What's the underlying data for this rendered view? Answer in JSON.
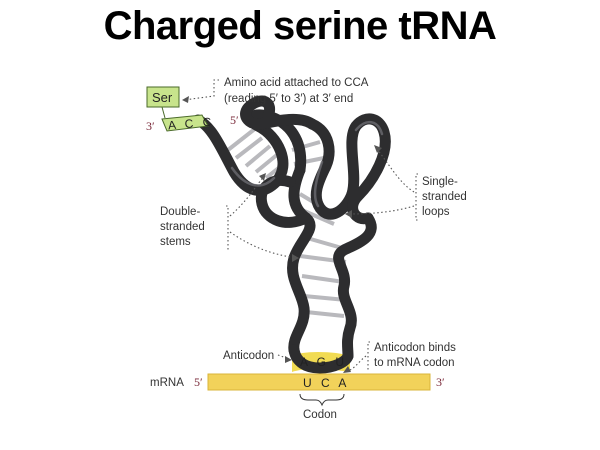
{
  "title": "Charged serine tRNA",
  "amino_acid": "Ser",
  "acceptor_bases": "A C C",
  "anticodon_bases": "A G U",
  "codon_bases": "U C A",
  "labels": {
    "three_prime_top": "3′",
    "five_prime_top": "5′",
    "amino_acid_note_line1": "Amino acid attached to CCA",
    "amino_acid_note_line2": "(reading 5′ to 3′) at 3′ end",
    "single_stranded_line1": "Single-",
    "single_stranded_line2": "stranded",
    "single_stranded_line3": "loops",
    "double_stranded_line1": "Double-",
    "double_stranded_line2": "stranded",
    "double_stranded_line3": "stems",
    "anticodon": "Anticodon",
    "anticodon_binds_line1": "Anticodon binds",
    "anticodon_binds_line2": "to mRNA codon",
    "mrna": "mRNA",
    "mrna_five_prime": "5′",
    "mrna_three_prime": "3′",
    "codon": "Codon"
  },
  "colors": {
    "amino_acid_box": "#c8e48c",
    "anticodon_highlight": "#f0d94a",
    "mrna_strip": "#f2d25a",
    "backbone": "#2d2d2f",
    "base_pair_rungs": "#b9b9bd"
  }
}
